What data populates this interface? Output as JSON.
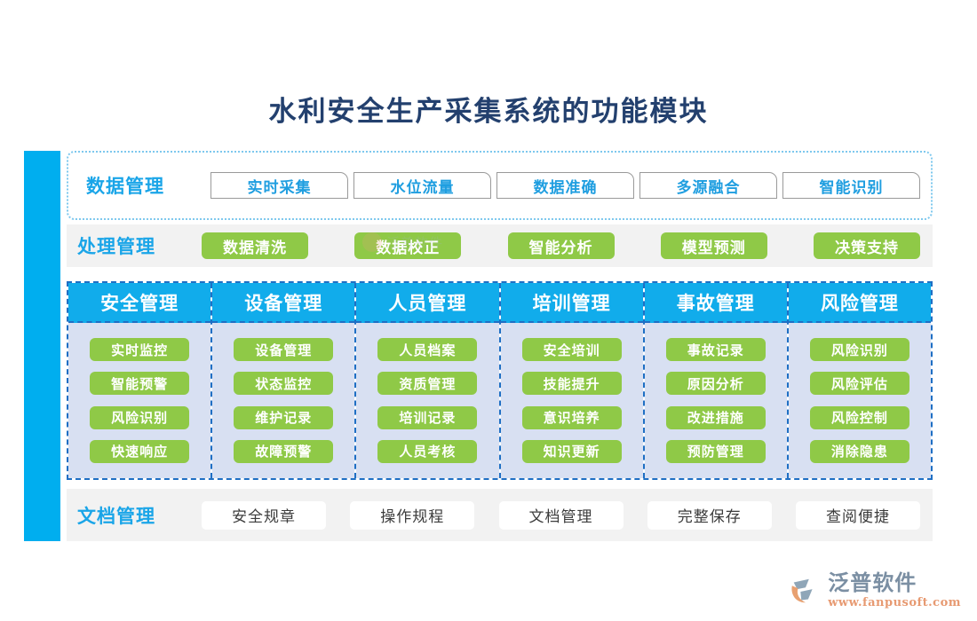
{
  "title": "水利安全生产采集系统的功能模块",
  "colors": {
    "accent_blue": "#00AEEF",
    "header_blue": "#11ACEB",
    "pill_green": "#8FC947",
    "grid_body": "#D8E0F2",
    "band_gray": "#F2F2F2",
    "title_navy": "#23406E",
    "grid_border": "#1F6FC4"
  },
  "data_row": {
    "label": "数据管理",
    "items": [
      "实时采集",
      "水位流量",
      "数据准确",
      "多源融合",
      "智能识别"
    ]
  },
  "process_row": {
    "label": "处理管理",
    "items": [
      "数据清洗",
      "数据校正",
      "智能分析",
      "模型预测",
      "决策支持"
    ]
  },
  "grid": {
    "columns": [
      {
        "header": "安全管理",
        "items": [
          "实时监控",
          "智能预警",
          "风险识别",
          "快速响应"
        ]
      },
      {
        "header": "设备管理",
        "items": [
          "设备管理",
          "状态监控",
          "维护记录",
          "故障预警"
        ]
      },
      {
        "header": "人员管理",
        "items": [
          "人员档案",
          "资质管理",
          "培训记录",
          "人员考核"
        ]
      },
      {
        "header": "培训管理",
        "items": [
          "安全培训",
          "技能提升",
          "意识培养",
          "知识更新"
        ]
      },
      {
        "header": "事故管理",
        "items": [
          "事故记录",
          "原因分析",
          "改进措施",
          "预防管理"
        ]
      },
      {
        "header": "风险管理",
        "items": [
          "风险识别",
          "风险评估",
          "风险控制",
          "消除隐患"
        ]
      }
    ]
  },
  "doc_row": {
    "label": "文档管理",
    "items": [
      "安全规章",
      "操作规程",
      "文档管理",
      "完整保存",
      "查阅便捷"
    ]
  },
  "watermark": {
    "text": "泛普软件"
  },
  "brand": {
    "name": "泛普软件",
    "url": "www.fanpusoft.com"
  }
}
